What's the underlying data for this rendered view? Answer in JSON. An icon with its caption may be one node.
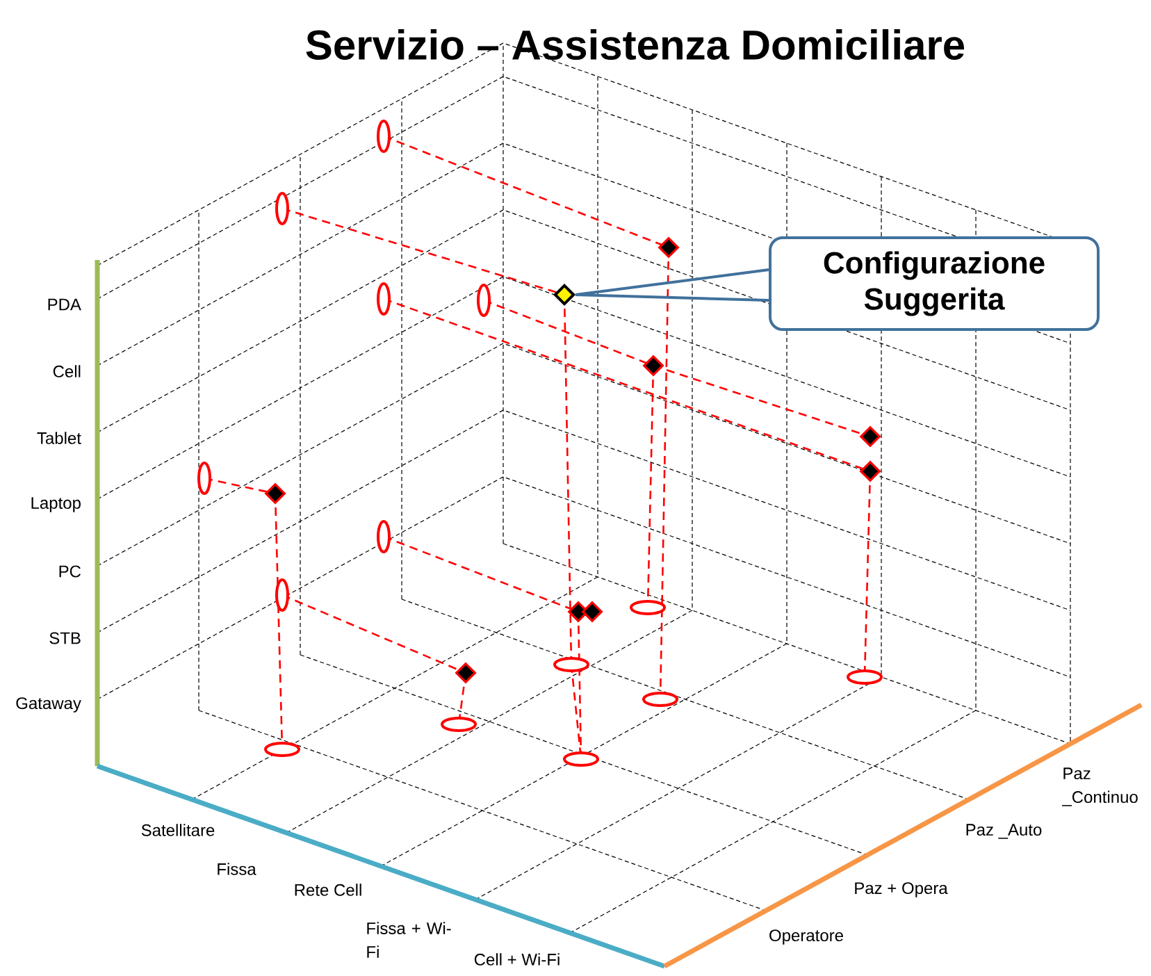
{
  "diagram": {
    "title": "Servizio – Assistenza Domiciliare",
    "nodes": [
      {
        "text": [
          "Configurazione Suggerita"
        ]
      },
      {
        "text": [],
        "shape": "diamond"
      }
    ],
    "edges": [
      {
        "from": 0,
        "to": 1,
        "arrow": "none"
      }
    ],
    "labels": [
      "PDA",
      "Cell",
      "Tablet",
      "Laptop",
      "PC",
      "STB",
      "Gataway",
      "Satellitare",
      "Fissa",
      "Rete Cell",
      "Fissa + Wi-Fi",
      "Cell + Wi-Fi",
      "Operatore",
      "Paz + Opera",
      "Paz _Auto",
      "Paz _Continuo"
    ]
  }
}
